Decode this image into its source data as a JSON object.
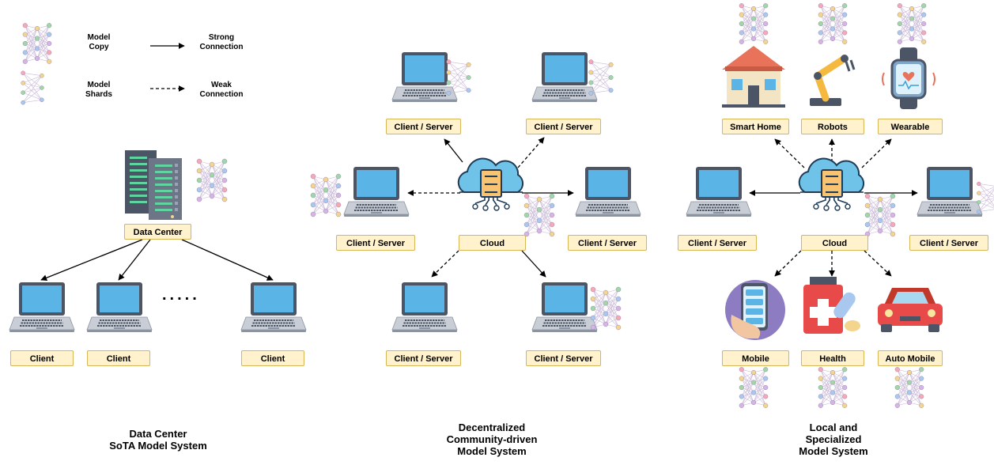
{
  "legend": {
    "model_copy": "Model\nCopy",
    "model_shards": "Model\nShards",
    "strong": "Strong\nConnection",
    "weak": "Weak\nConnection"
  },
  "labels": {
    "data_center": "Data Center",
    "client": "Client",
    "client_server": "Client / Server",
    "cloud": "Cloud",
    "smart_home": "Smart Home",
    "robots": "Robots",
    "wearable": "Wearable",
    "mobile": "Mobile",
    "health": "Health",
    "auto_mobile": "Auto Mobile",
    "ellipsis": "....."
  },
  "captions": {
    "data_center": "Data Center\nSoTA Model System",
    "decentralized": "Decentralized\nCommunity-driven\nModel System",
    "local": "Local and\nSpecialized\nModel System"
  },
  "icons": [
    "neural-network-icon",
    "laptop-icon",
    "server-rack-icon",
    "cloud-server-icon",
    "smart-home-icon",
    "robot-arm-icon",
    "smartwatch-icon",
    "mobile-phone-icon",
    "medicine-icon",
    "car-icon"
  ],
  "colors": {
    "label_fill": "#fff2cc",
    "label_border": "#d6b656",
    "screen": "#5ab4e5",
    "laptop_body": "#4b5566",
    "cloud": "#6fc3e8"
  }
}
